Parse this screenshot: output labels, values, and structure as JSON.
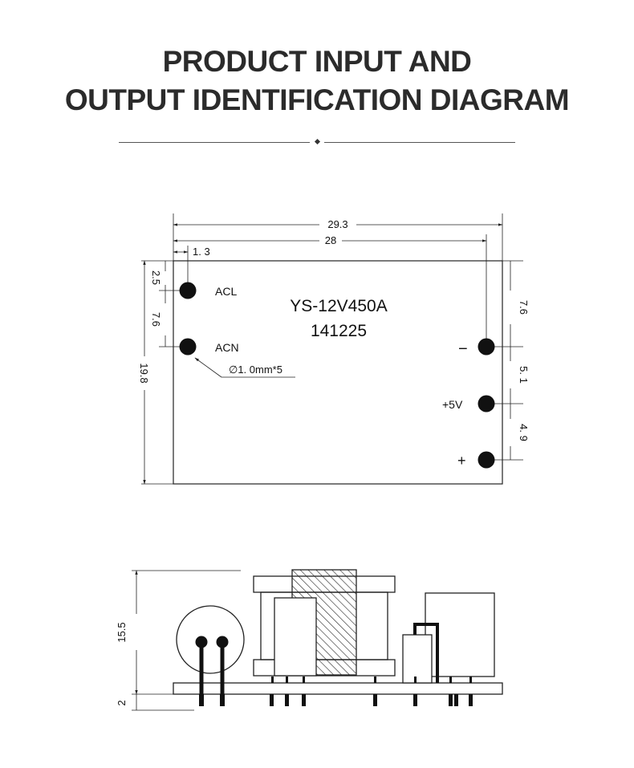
{
  "title": {
    "line1": "PRODUCT INPUT AND",
    "line2": "OUTPUT IDENTIFICATION DIAGRAM"
  },
  "top_view": {
    "model": "YS-12V450A",
    "date_code": "141225",
    "pins": {
      "acl": "ACL",
      "acn": "ACN",
      "minus": "−",
      "plus5v": "+5V",
      "plus": "+"
    },
    "hole_note": "∅1. 0mm*5",
    "dims": {
      "total_width": "29.3",
      "pin_span": "28",
      "left_offset": "1. 3",
      "top_offset": "2.5",
      "acl_acn": "7.6",
      "height": "19.8",
      "right_top": "7.6",
      "minus_5v": "5. 1",
      "5v_plus": "4. 9"
    }
  },
  "side_view": {
    "dims": {
      "height": "15.5",
      "pin_length": "2"
    }
  }
}
